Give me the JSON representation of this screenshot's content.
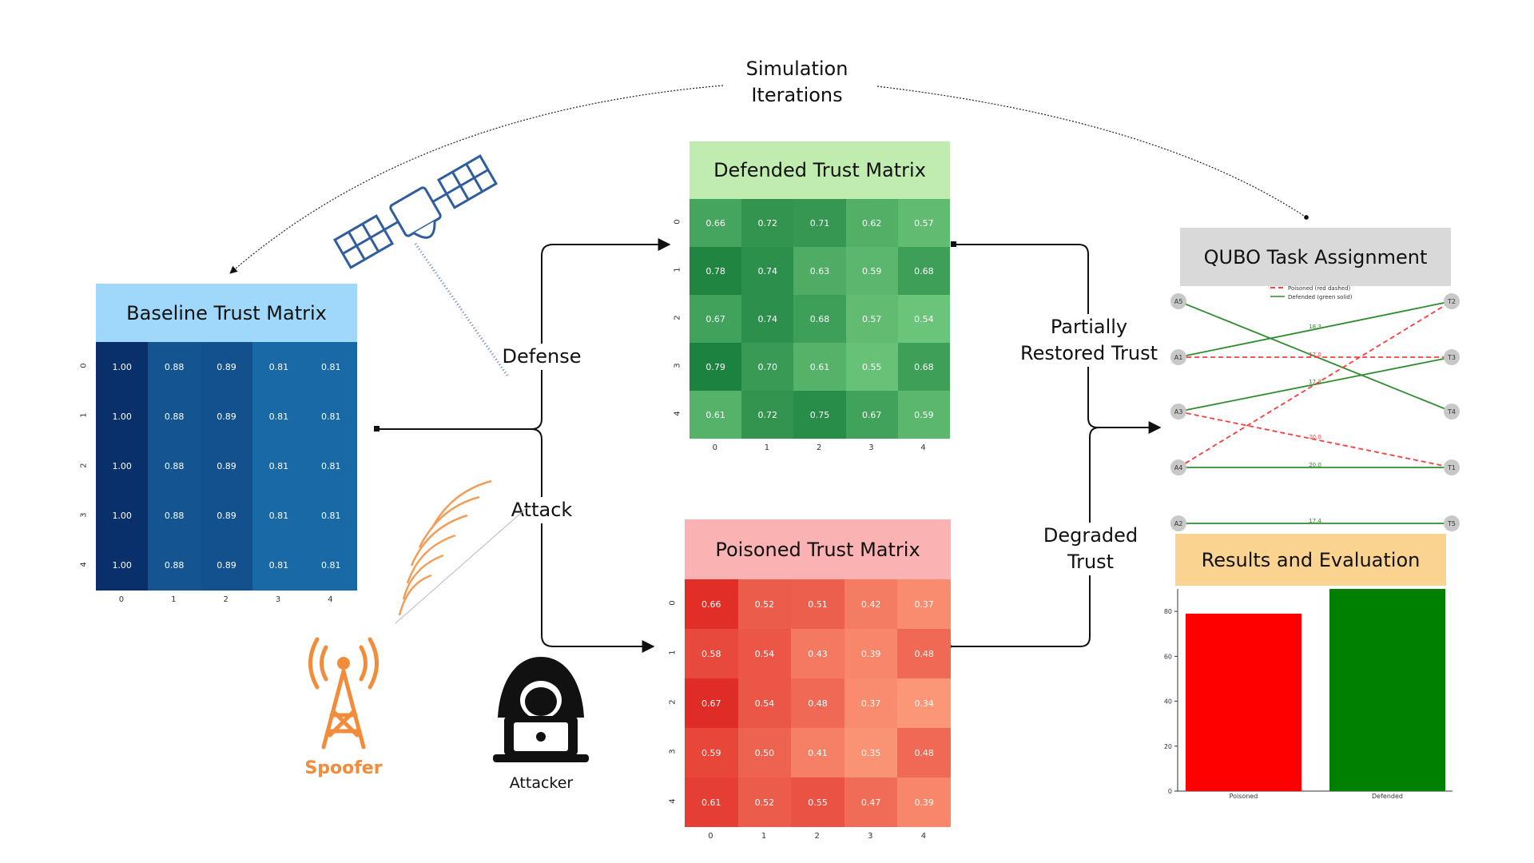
{
  "labels": {
    "simulation": [
      "Simulation",
      "Iterations"
    ],
    "defense": "Defense",
    "attack": "Attack",
    "partially": [
      "Partially",
      "Restored Trust"
    ],
    "degraded": "Degraded Trust",
    "spoofer": "Spoofer",
    "attacker": "Attacker"
  },
  "colors": {
    "baseline_header": "#9fd8fb",
    "defended_header": "#c1ecb0",
    "poisoned_header": "#fbb2b2",
    "qubo_header": "#d9d9d9",
    "results_header": "#f9d38f",
    "spoofer": "#f28c3b",
    "poisoned_bar": "#ff0000",
    "defended_bar": "#008000"
  },
  "baseline": {
    "title": "Baseline Trust Matrix",
    "ticks": [
      "0",
      "1",
      "2",
      "3",
      "4"
    ],
    "values": [
      [
        "1.00",
        "0.88",
        "0.89",
        "0.81",
        "0.81"
      ],
      [
        "1.00",
        "0.88",
        "0.89",
        "0.81",
        "0.81"
      ],
      [
        "1.00",
        "0.88",
        "0.89",
        "0.81",
        "0.81"
      ],
      [
        "1.00",
        "0.88",
        "0.89",
        "0.81",
        "0.81"
      ],
      [
        "1.00",
        "0.88",
        "0.89",
        "0.81",
        "0.81"
      ]
    ]
  },
  "defended": {
    "title": "Defended Trust Matrix",
    "ticks": [
      "0",
      "1",
      "2",
      "3",
      "4"
    ],
    "values": [
      [
        "0.66",
        "0.72",
        "0.71",
        "0.62",
        "0.57"
      ],
      [
        "0.78",
        "0.74",
        "0.63",
        "0.59",
        "0.68"
      ],
      [
        "0.67",
        "0.74",
        "0.68",
        "0.57",
        "0.54"
      ],
      [
        "0.79",
        "0.70",
        "0.61",
        "0.55",
        "0.68"
      ],
      [
        "0.61",
        "0.72",
        "0.75",
        "0.67",
        "0.59"
      ]
    ]
  },
  "poisoned": {
    "title": "Poisoned Trust Matrix",
    "ticks": [
      "0",
      "1",
      "2",
      "3",
      "4"
    ],
    "values": [
      [
        "0.66",
        "0.52",
        "0.51",
        "0.42",
        "0.37"
      ],
      [
        "0.58",
        "0.54",
        "0.43",
        "0.39",
        "0.48"
      ],
      [
        "0.67",
        "0.54",
        "0.48",
        "0.37",
        "0.34"
      ],
      [
        "0.59",
        "0.50",
        "0.41",
        "0.35",
        "0.48"
      ],
      [
        "0.61",
        "0.52",
        "0.55",
        "0.47",
        "0.39"
      ]
    ]
  },
  "qubo": {
    "title": "QUBO Task Assignment",
    "legend": [
      "Poisoned (red dashed)",
      "Defended (green solid)"
    ],
    "agents": [
      "A5",
      "A1",
      "A3",
      "A4",
      "A2"
    ],
    "tasks": [
      "T2",
      "T3",
      "T4",
      "T1",
      "T5"
    ],
    "edges": [
      {
        "from": "A5",
        "to": "T4",
        "style": "defended",
        "label": ""
      },
      {
        "from": "A1",
        "to": "T2",
        "style": "defended",
        "label": "18.3"
      },
      {
        "from": "A1",
        "to": "T3",
        "style": "poisoned",
        "label": "17.0"
      },
      {
        "from": "A3",
        "to": "T3",
        "style": "defended",
        "label": "17.3"
      },
      {
        "from": "A3",
        "to": "T1",
        "style": "poisoned",
        "label": "20.0"
      },
      {
        "from": "A4",
        "to": "T2",
        "style": "poisoned",
        "label": ""
      },
      {
        "from": "A4",
        "to": "T1",
        "style": "defended",
        "label": "20.0"
      },
      {
        "from": "A2",
        "to": "T5",
        "style": "defended",
        "label": "17.4"
      }
    ]
  },
  "results": {
    "title": "Results and Evaluation"
  },
  "chart_data": {
    "type": "bar",
    "categories": [
      "Poisoned",
      "Defended"
    ],
    "values": [
      79,
      90
    ],
    "yticks": [
      0,
      20,
      40,
      60,
      80
    ],
    "ylim": [
      0,
      90
    ]
  }
}
